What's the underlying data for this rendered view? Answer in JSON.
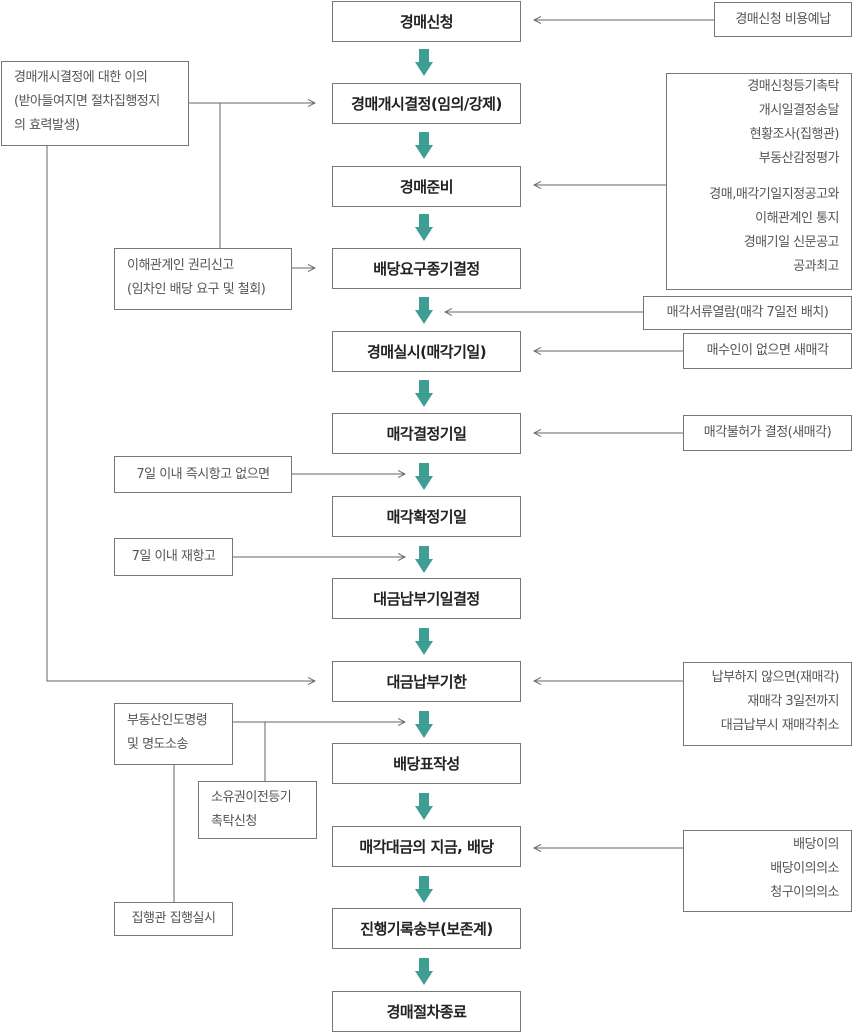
{
  "steps": [
    "경매신청",
    "경매개시결정(임의/강제)",
    "경매준비",
    "배당요구종기결정",
    "경매실시(매각기일)",
    "매각결정기일",
    "매각확정기일",
    "대금납부기일결정",
    "대금납부기한",
    "배당표작성",
    "매각대금의 지금, 배당",
    "진행기록송부(보존계)",
    "경매절차종료"
  ],
  "notes": {
    "cost_prepay": [
      "경매신청 비용예납"
    ],
    "objection": [
      "경매개시결정에 대한 이의",
      "(받아들여지면 절차집행정지",
      "의 효력발생)"
    ],
    "prep_tasks": [
      "경매신청등기촉탁",
      "개시일결정송달",
      "현황조사(집행관)",
      "부동산감정평가",
      "경매,매각기일지정공고와",
      "이해관계인 통지",
      "경매기일 신문공고",
      "공과최고"
    ],
    "rights_report": [
      "이해관계인 권리신고",
      "(임차인 배당 요구 및 철회)"
    ],
    "doc_viewing": [
      "매각서류열람(매각 7일전 배치)"
    ],
    "no_buyer": [
      "매수인이 없으면 새매각"
    ],
    "disallow": [
      "매각불허가 결정(새매각)"
    ],
    "appeal_7days": [
      "7일 이내 즉시항고 없으면"
    ],
    "reappeal": [
      "7일 이내 재항고"
    ],
    "nonpayment": [
      "납부하지 않으면(재매각)",
      "재매각 3일전까지",
      "대금납부시 재매각취소"
    ],
    "delivery_order": [
      "부동산인도명령",
      "및 명도소송"
    ],
    "transfer_reg": [
      "소유권이전등기",
      "촉탁신청"
    ],
    "dividend_objection": [
      "배당이의",
      "배당이의의소",
      "청구이의의소"
    ],
    "enforcement": [
      "집행관 집행실시"
    ]
  },
  "colors": {
    "flow_arrow": "#3f9e94",
    "line": "#666666",
    "border": "#777777"
  }
}
